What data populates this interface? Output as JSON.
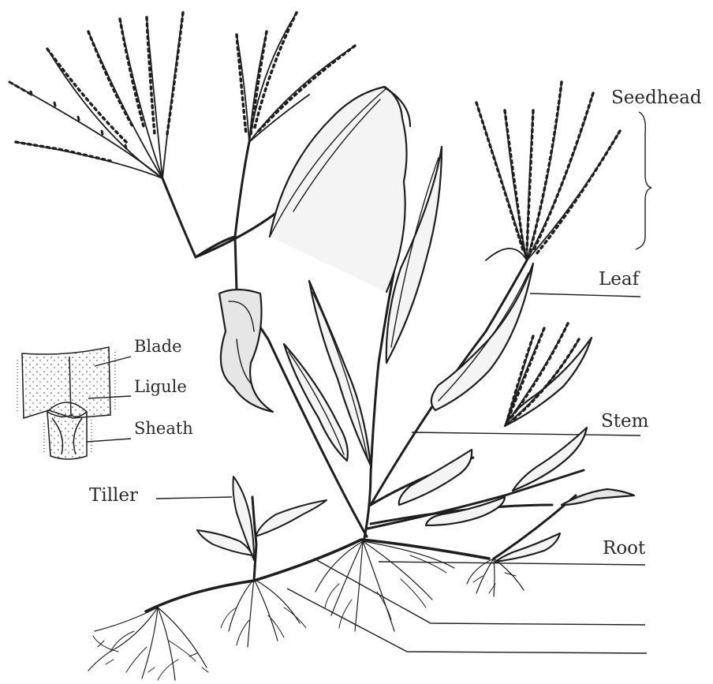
{
  "diagram": {
    "labels": {
      "seedhead": "Seedhead",
      "leaf": "Leaf",
      "blade": "Blade",
      "ligule": "Ligule",
      "sheath": "Sheath",
      "stem": "Stem",
      "tiller": "Tiller",
      "root": "Root"
    },
    "colors": {
      "ink": "#1e1e1e",
      "background": "#ffffff"
    }
  }
}
